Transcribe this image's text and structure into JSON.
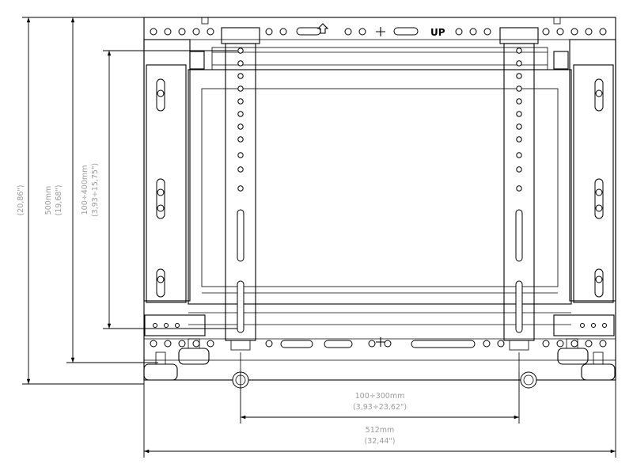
{
  "plate_label": "UP",
  "dimensions": {
    "overall_height_in": "(20,86\")",
    "bracket_height_mm": "500mm",
    "bracket_height_in": "(19,68\")",
    "vesa_vertical_mm": "100÷400mm",
    "vesa_vertical_in": "(3,93÷15,75\")",
    "vesa_horizontal_mm": "100÷300mm",
    "vesa_horizontal_in": "(3,93÷23,62\")",
    "overall_width_mm": "512mm",
    "overall_width_in": "(32,44\")"
  }
}
